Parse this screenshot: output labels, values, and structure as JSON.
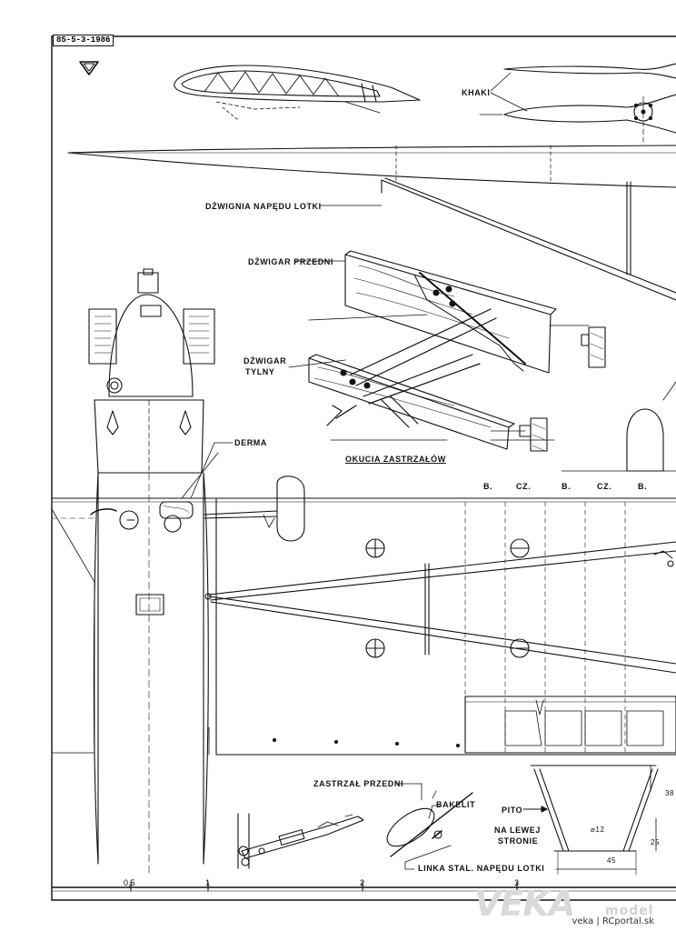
{
  "document_id": "85-5-3-1986",
  "labels": {
    "khaki": "KHAKI",
    "dzwignia": "DŹWIGNIA NAPĘDU LOTKI",
    "dzwigar_przedni": "DŹWIGAR PRZEDNI",
    "dzwigar_tylny_1": "DŹWIGAR",
    "dzwigar_tylny_2": "TYLNY",
    "derma": "DERMA",
    "okucia": "OKUCIA ZASTRZAŁÓW",
    "zastrzal": "ZASTRZAŁ PRZEDNI",
    "bakelit": "BAKELIT",
    "pito": "PITO",
    "na_lewej_1": "NA LEWEJ",
    "na_lewej_2": "STRONIE",
    "linka": "LINKA STAL. NAPĘDU LOTKI"
  },
  "color_codes": [
    "B.",
    "CZ.",
    "B.",
    "CZ.",
    "B."
  ],
  "dimensions": {
    "d12": "12",
    "d45": "45",
    "d25": "25",
    "d38": "38"
  },
  "scale_ticks": [
    "0,5",
    "1",
    "2",
    "3"
  ],
  "watermark": {
    "main": "VEKA",
    "sub": "model"
  },
  "credit": "veka | RCportal.sk"
}
